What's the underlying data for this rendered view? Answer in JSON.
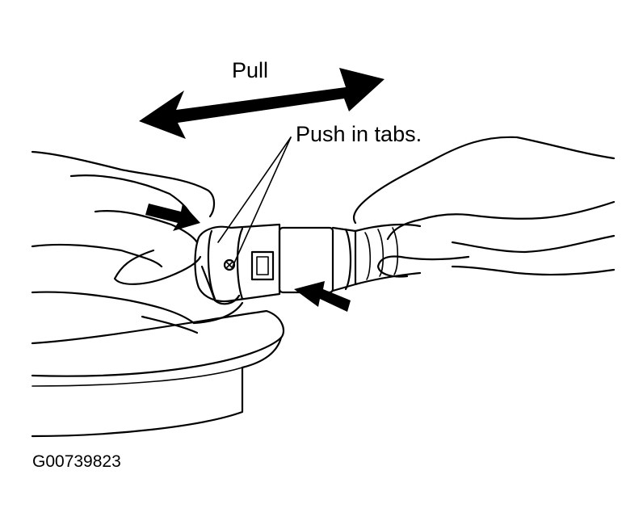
{
  "labels": {
    "pull": "Pull",
    "push_in_tabs": "Push in tabs.",
    "figure_id": "G00739823"
  },
  "colors": {
    "ink": "#000000",
    "paper": "#ffffff"
  }
}
